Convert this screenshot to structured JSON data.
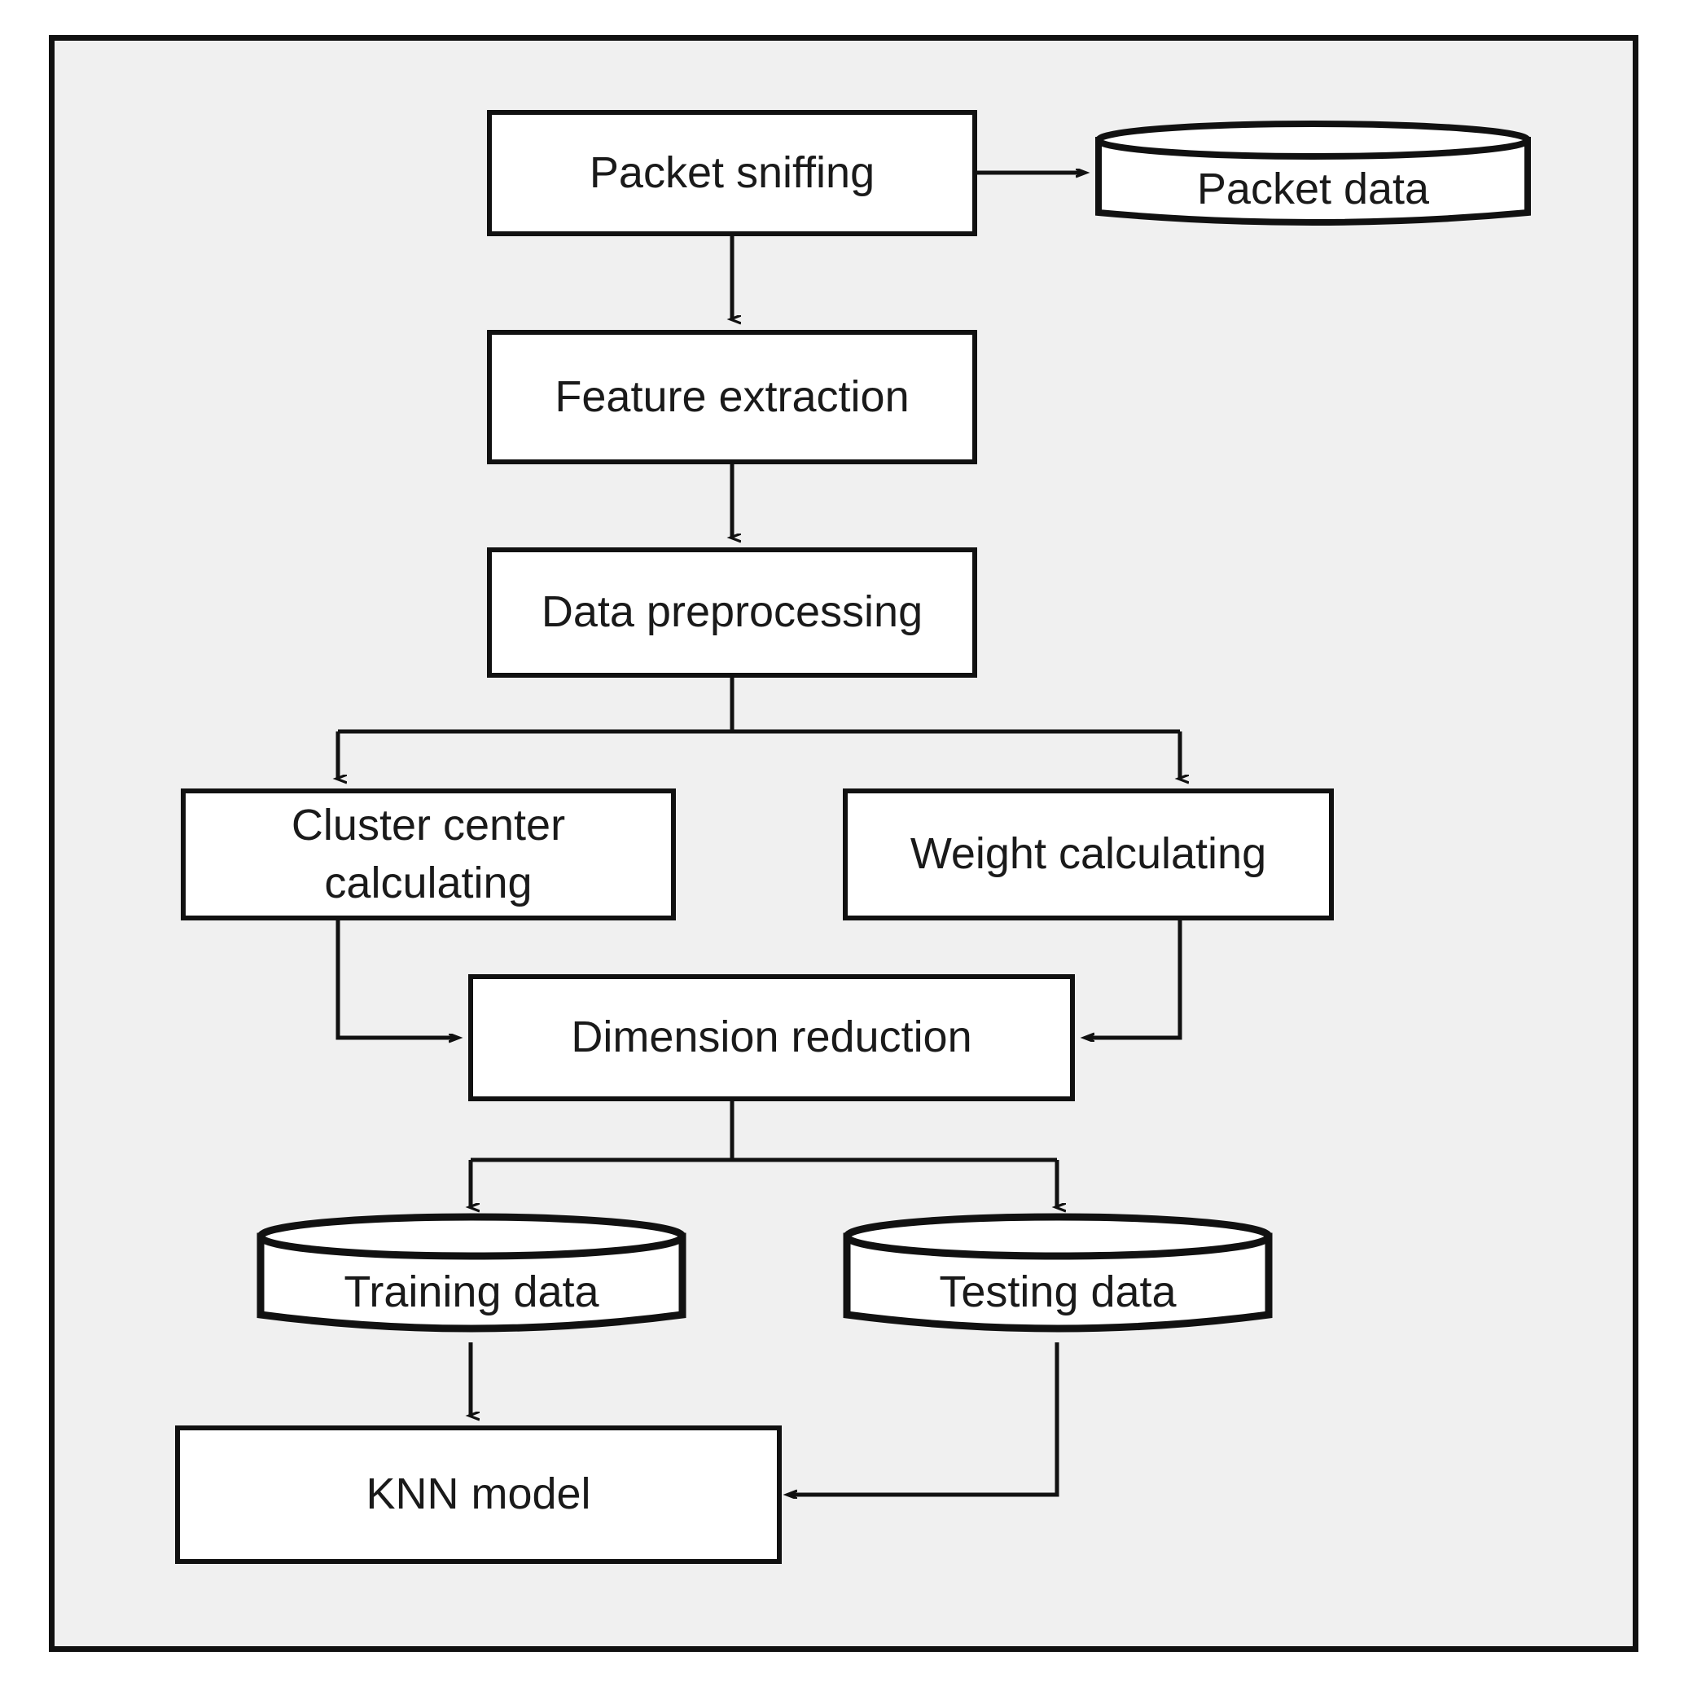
{
  "diagram": {
    "title": "",
    "background_color": "#f0f0f0",
    "frame_color": "#111111",
    "node_fill": "#ffffff",
    "node_stroke": "#111111",
    "text_color": "#1a1a1a",
    "nodes": [
      {
        "id": "packet-sniffing",
        "label": "Packet sniffing",
        "shape": "process"
      },
      {
        "id": "packet-data",
        "label": "Packet data",
        "shape": "cylinder"
      },
      {
        "id": "feature-extraction",
        "label": "Feature extraction",
        "shape": "process"
      },
      {
        "id": "data-preprocessing",
        "label": "Data preprocessing",
        "shape": "process"
      },
      {
        "id": "cluster-center",
        "label": "Cluster center\ncalculating",
        "shape": "process"
      },
      {
        "id": "weight-calculating",
        "label": "Weight calculating",
        "shape": "process"
      },
      {
        "id": "dimension-reduction",
        "label": "Dimension reduction",
        "shape": "process"
      },
      {
        "id": "training-data",
        "label": "Training data",
        "shape": "cylinder"
      },
      {
        "id": "testing-data",
        "label": "Testing data",
        "shape": "cylinder"
      },
      {
        "id": "knn-model",
        "label": "KNN model",
        "shape": "process"
      }
    ],
    "edges": [
      {
        "from": "packet-sniffing",
        "to": "packet-data",
        "arrow": "right"
      },
      {
        "from": "packet-sniffing",
        "to": "feature-extraction",
        "arrow": "down"
      },
      {
        "from": "feature-extraction",
        "to": "data-preprocessing",
        "arrow": "down"
      },
      {
        "from": "data-preprocessing",
        "to": "cluster-center",
        "arrow": "down"
      },
      {
        "from": "data-preprocessing",
        "to": "weight-calculating",
        "arrow": "down"
      },
      {
        "from": "cluster-center",
        "to": "dimension-reduction",
        "arrow": "right"
      },
      {
        "from": "weight-calculating",
        "to": "dimension-reduction",
        "arrow": "left"
      },
      {
        "from": "dimension-reduction",
        "to": "training-data",
        "arrow": "down"
      },
      {
        "from": "dimension-reduction",
        "to": "testing-data",
        "arrow": "down"
      },
      {
        "from": "training-data",
        "to": "knn-model",
        "arrow": "down"
      },
      {
        "from": "testing-data",
        "to": "knn-model",
        "arrow": "left"
      }
    ]
  }
}
